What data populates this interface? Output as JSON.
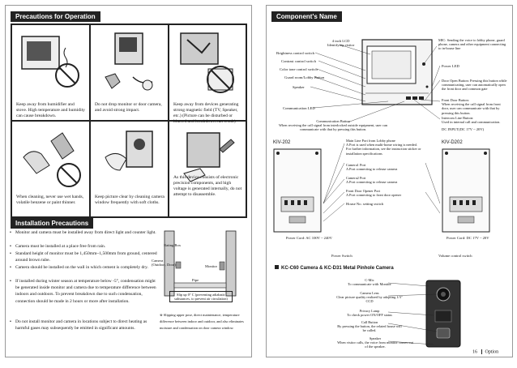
{
  "left": {
    "title": "Precautions for Operation",
    "cells": [
      "Keep away from humidifier and stove. High temperature and humidity can cause breakdown.",
      "Do not drop monitor or door camera, and avoid strong impact.",
      "Keep away from devices generating strong magnetic field (TV, Speaker, etc.) (Picture can be disturbed or blurred and breakdown can result)",
      "When cleaning, never use wet hands, volatile benzene or paint thinner.",
      "Keep picture clear by cleaning camera window frequently with soft cloths.",
      "As this device consists of electronic precision components, and high voltage is generated internally, do not attempt to disassemble."
    ],
    "install_title": "Installation Precautions",
    "bullets": [
      "Monitor and camera must be installed away from direct light and counter light.",
      "Camera must be installed at a place free from rain.",
      "Standard height of monitor must be 1,450mm~1,500mm from ground, centered around brown tube.",
      "Camera should be installed on the wall in which cement is completely dry.",
      "If installed during winter season at temperature below -5°, condensation might be generated inside monitor and camera due to temperature difference between indoors and outdoors. To prevent breakdown due to such condensation, connection should be made in 2 hours or more after installation.",
      "Do not install monitor and camera in locations subject to direct heating as harmful gases may subsequently be emitted in significant amounts."
    ],
    "diagram": {
      "rating_box": "Rating Box",
      "camera": "Camera\n(Outdoor, Door)",
      "monitor": "Monitor",
      "pipe": "Pipe",
      "note": "Slip up 0° C (preventing adiabatic substances, to prevent air circulation)",
      "footnote": "※ Slipping upper pose, direct maintenance, temperature difference between indoor and outdoor, and also eliminates moisture and condensation on door camera window."
    }
  },
  "right": {
    "title": "Component's Name",
    "monitor_labels": {
      "lcd": "4 inch LCD\nIdentifying visitor",
      "brightness": "Brightness control switch",
      "contrast": "Contrast control switch",
      "color": "Color tone control switch",
      "guard": "Guard room/Lobby Button",
      "speaker": "Speaker",
      "comm_led": "Communication LED",
      "comm_button": "Communication Button\nWhen receiving the call signal from interlocked outside equipment, user can communicate with that by pressing this button.",
      "mic": "MIC: Sending the voice to lobby phone, guard phone, camera and other equipment connecting to in-house line",
      "power_led": "Power LED",
      "door_open": "Door Open Button: Pressing this button while communicating, user can automatically open the front door and common gate",
      "front_door": "Front Door Button:\nWhen receiving the call signal from front door, user can communicate with that by pressing this button.",
      "intercom": "Intercom Line Button:\nUsed in internal call and communication."
    },
    "dc_input": "DC INPUT(DC 17V ~ 20V)",
    "kiv202": "KIV-202",
    "kivd202": "KIV-D202",
    "ports": [
      "Main Line Port from Lobby phone\nA Port is used when multi-home wiring is needed.\nFor further information, see the instruction sticker or installation specifications",
      "Camera1 Port\nA Port connecting to release camera",
      "Camera2 Port\nA Port connecting to release camera",
      "Front Door Opener Port\nA Port connecting to front door opener",
      "House No. setting switch"
    ],
    "power_cord_ac": "Power Cord: AC 100V ~ 240V",
    "power_cord_dc": "Power Cord: DC 17V ~ 20V",
    "power_switch": "Power Switch",
    "volume": "Volume control switch",
    "kc_title": "KC-C60 Camera & KC-D31 Metal Pinhole Camera",
    "kc_labels": {
      "cable": "C-Mic\nTo communicate with Monitor",
      "lens": "Camera Lens\nClear picture quality realized by adopting 1/3\" CCD",
      "lamp": "Privacy Lamp\nTo check power ON/OFF status",
      "call": "Call Button\nBy pressing the button, the related house will be called.",
      "speaker": "Speaker\nWhen visitor calls, the voice from monitor comes out of the speaker."
    },
    "page_num": "16",
    "option": "Option"
  }
}
